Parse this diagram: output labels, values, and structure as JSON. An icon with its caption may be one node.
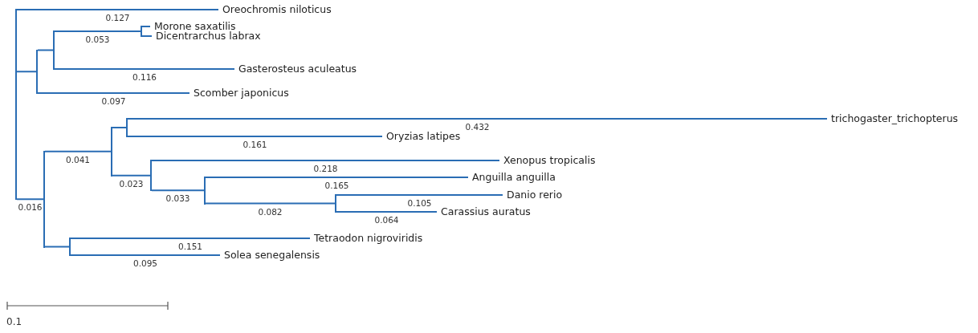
{
  "diagram": {
    "nodes": [
      {
        "text": [],
        "shape": "bar"
      },
      {
        "text": [
          "Oreochromis niloticus"
        ]
      },
      {
        "text": [],
        "shape": "bar"
      },
      {
        "text": [],
        "shape": "bar"
      },
      {
        "text": [],
        "shape": "bar"
      },
      {
        "text": [
          "Morone saxatilis"
        ]
      },
      {
        "text": [
          "Dicentrarchus labrax"
        ]
      },
      {
        "text": [
          "Gasterosteus aculeatus"
        ]
      },
      {
        "text": [
          "Scomber japonicus"
        ]
      },
      {
        "text": [],
        "shape": "bar"
      },
      {
        "text": [],
        "shape": "bar"
      },
      {
        "text": [],
        "shape": "bar"
      },
      {
        "text": [
          "trichogaster_trichopterus"
        ]
      },
      {
        "text": [
          "Oryzias latipes"
        ]
      },
      {
        "text": [],
        "shape": "bar"
      },
      {
        "text": [
          "Xenopus tropicalis"
        ]
      },
      {
        "text": [],
        "shape": "bar"
      },
      {
        "text": [
          "Anguilla anguilla"
        ]
      },
      {
        "text": [],
        "shape": "bar"
      },
      {
        "text": [
          "Danio rerio"
        ]
      },
      {
        "text": [
          "Carassius auratus"
        ]
      },
      {
        "text": [],
        "shape": "bar"
      },
      {
        "text": [
          "Tetraodon nigroviridis"
        ]
      },
      {
        "text": [
          "Solea senegalensis"
        ]
      }
    ],
    "edges": [
      {
        "from": 0,
        "to": 1,
        "arrow": "none",
        "label": "0.127"
      },
      {
        "from": 0,
        "to": 2,
        "arrow": "none"
      },
      {
        "from": 0,
        "to": 9,
        "arrow": "none",
        "label": "0.016"
      },
      {
        "from": 2,
        "to": 3,
        "arrow": "none"
      },
      {
        "from": 2,
        "to": 8,
        "arrow": "none",
        "label": "0.097"
      },
      {
        "from": 3,
        "to": 4,
        "arrow": "none",
        "label": "0.053"
      },
      {
        "from": 3,
        "to": 7,
        "arrow": "none",
        "label": "0.116"
      },
      {
        "from": 4,
        "to": 5,
        "arrow": "none"
      },
      {
        "from": 4,
        "to": 6,
        "arrow": "none"
      },
      {
        "from": 9,
        "to": 10,
        "arrow": "none",
        "label": "0.041"
      },
      {
        "from": 9,
        "to": 21,
        "arrow": "none"
      },
      {
        "from": 10,
        "to": 11,
        "arrow": "none"
      },
      {
        "from": 10,
        "to": 14,
        "arrow": "none",
        "label": "0.023"
      },
      {
        "from": 11,
        "to": 12,
        "arrow": "none",
        "label": "0.432"
      },
      {
        "from": 11,
        "to": 13,
        "arrow": "none",
        "label": "0.161"
      },
      {
        "from": 14,
        "to": 15,
        "arrow": "none",
        "label": "0.218"
      },
      {
        "from": 14,
        "to": 16,
        "arrow": "none",
        "label": "0.033"
      },
      {
        "from": 16,
        "to": 17,
        "arrow": "none",
        "label": "0.165"
      },
      {
        "from": 16,
        "to": 18,
        "arrow": "none",
        "label": "0.082"
      },
      {
        "from": 18,
        "to": 19,
        "arrow": "none",
        "label": "0.105"
      },
      {
        "from": 18,
        "to": 20,
        "arrow": "none",
        "label": "0.064"
      },
      {
        "from": 21,
        "to": 22,
        "arrow": "none",
        "label": "0.151"
      },
      {
        "from": 21,
        "to": 23,
        "arrow": "none",
        "label": "0.095"
      }
    ],
    "labels": [
      "0.1"
    ]
  }
}
